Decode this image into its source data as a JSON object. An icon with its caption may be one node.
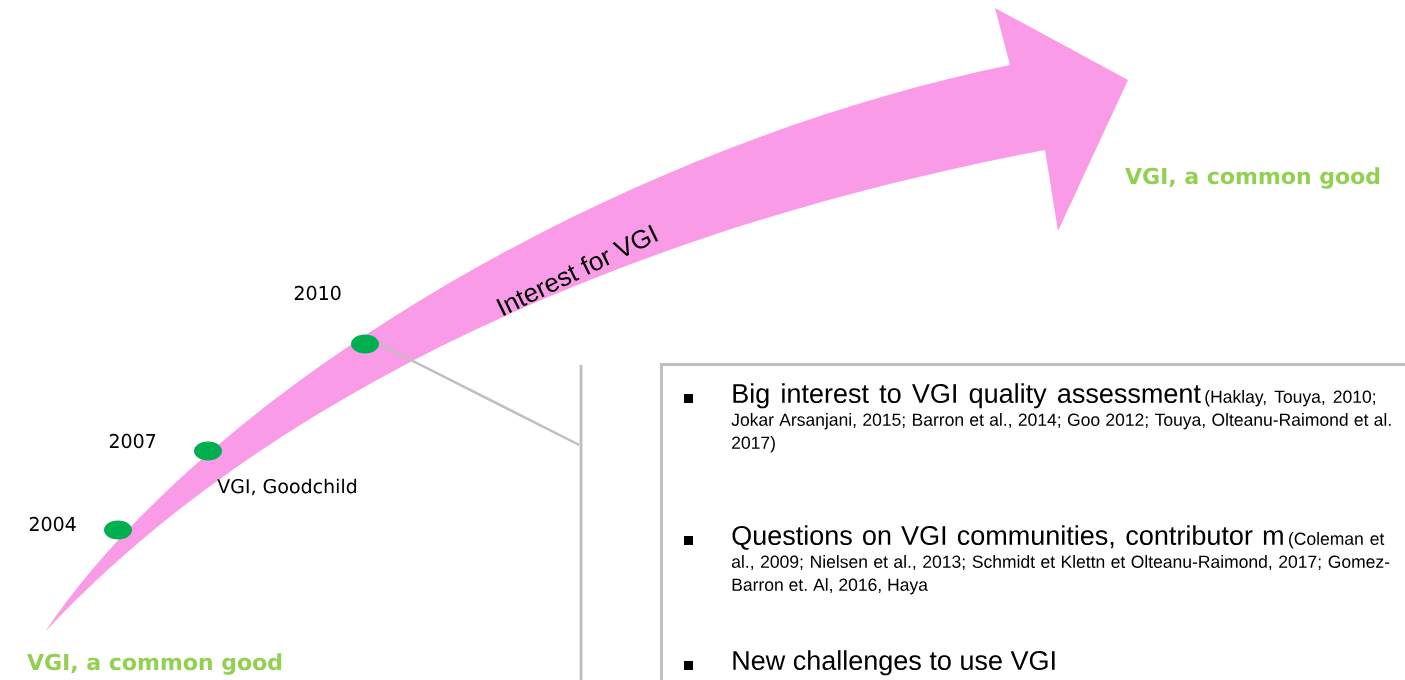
{
  "diagram": {
    "nodes": [
      {
        "text": [
          "Interest for VGI"
        ]
      },
      {
        "text": [],
        "shape": "circle",
        "in": 0,
        "beside": [
          "2004"
        ]
      },
      {
        "text": [],
        "shape": "circle",
        "in": 0,
        "beside": [
          "2007",
          "VGI, Goodchild"
        ]
      },
      {
        "text": [],
        "shape": "circle",
        "in": 0,
        "beside": [
          "2010"
        ]
      },
      {
        "text": [
          "Big interest to VGI quality assessment",
          "(Haklay, Touya, 2010; Jokar Arsanjani, 2015; Barron et al., 2014; Goo 2012; Touya, Olteanu-Raimond et al. 2017)",
          "Questions on VGI communities, contributor m",
          "(Coleman et al., 2009; Nielsen et al., 2013; Schmidt et Klettn et Olteanu-Raimond, 2017; Gomez-Barron et. Al, 2016, Haya",
          "New challenges to use VGI"
        ]
      },
      {
        "text": [],
        "shape": "bar"
      }
    ],
    "edges": [
      {
        "from": 3,
        "to": 5,
        "arrow": "none"
      }
    ],
    "labels": [
      "VGI, a common good",
      "VGI, a common good"
    ]
  }
}
